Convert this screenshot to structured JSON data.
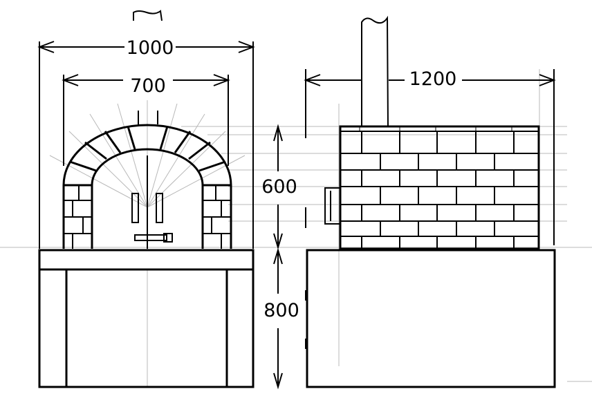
{
  "drawing": {
    "dimensions": {
      "oven_width": "1000",
      "dome_width": "700",
      "oven_length": "1200",
      "dome_height": "600",
      "base_height": "800"
    },
    "line_color": "#000000",
    "construction_line_color": "#b8b8b8",
    "background": "#ffffff"
  }
}
